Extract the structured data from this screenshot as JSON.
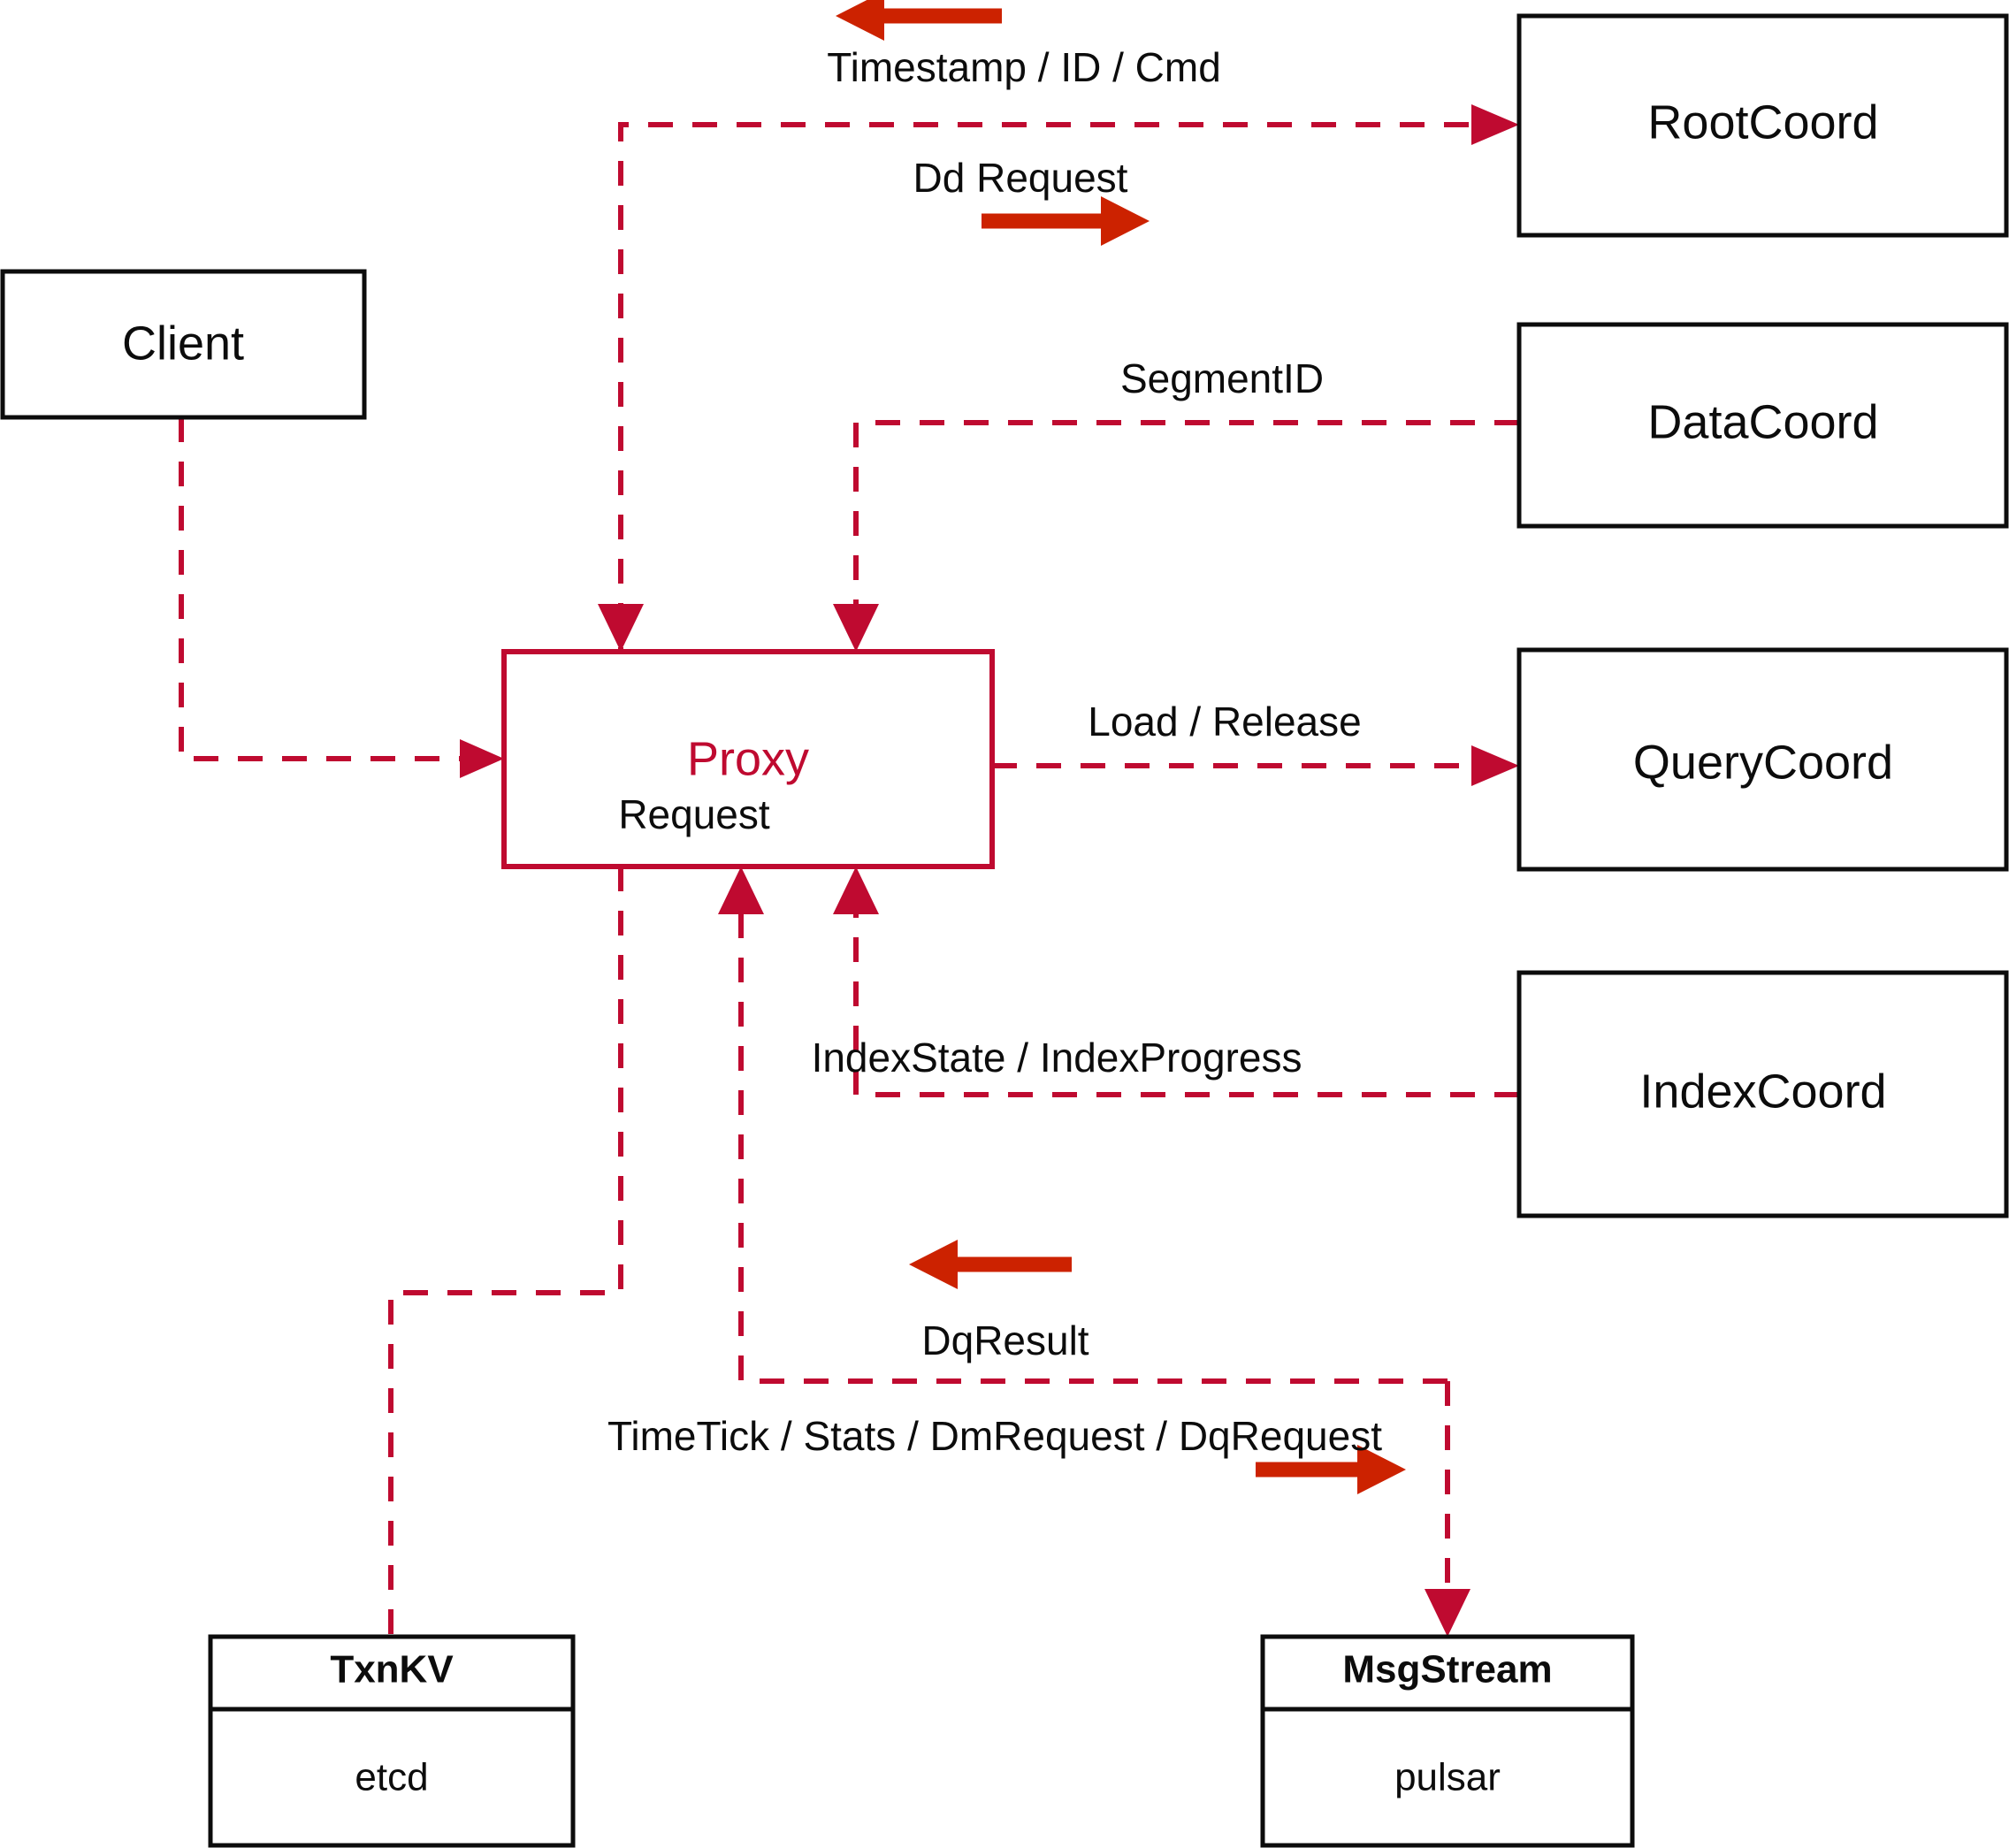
{
  "diagram": {
    "title": "Milvus Proxy interaction diagram",
    "colors": {
      "accent_red": "#bf0a30",
      "arrow_orange": "#cc2200",
      "box_stroke": "#0c0c0c",
      "background": "#ffffff"
    },
    "nodes": [
      {
        "id": "client",
        "label": "Client"
      },
      {
        "id": "proxy",
        "label": "Proxy"
      },
      {
        "id": "rootcoord",
        "label": "RootCoord"
      },
      {
        "id": "datacoord",
        "label": "DataCoord"
      },
      {
        "id": "querycoord",
        "label": "QueryCoord"
      },
      {
        "id": "indexcoord",
        "label": "IndexCoord"
      },
      {
        "id": "txnkv",
        "label": "TxnKV",
        "sub": "etcd"
      },
      {
        "id": "msgstream",
        "label": "MsgStream",
        "sub": "pulsar"
      }
    ],
    "edges": [
      {
        "id": "client-request",
        "label": "Request",
        "from": "client",
        "to": "proxy"
      },
      {
        "id": "rootcoord-dd",
        "label": "Dd Request",
        "from": "proxy",
        "to": "rootcoord"
      },
      {
        "id": "rootcoord-return",
        "label": "Timestamp / ID / Cmd",
        "from": "rootcoord",
        "to": "proxy"
      },
      {
        "id": "datacoord-segment",
        "label": "SegmentID",
        "from": "datacoord",
        "to": "proxy"
      },
      {
        "id": "querycoord-load",
        "label": "Load / Release",
        "from": "proxy",
        "to": "querycoord"
      },
      {
        "id": "indexcoord-state",
        "label": "IndexState / IndexProgress",
        "from": "indexcoord",
        "to": "proxy"
      },
      {
        "id": "msgstream-result",
        "label": "DqResult",
        "from": "msgstream",
        "to": "proxy"
      },
      {
        "id": "msgstream-request",
        "label": "TimeTick / Stats / DmRequest / DqRequest",
        "from": "proxy",
        "to": "msgstream"
      }
    ]
  }
}
